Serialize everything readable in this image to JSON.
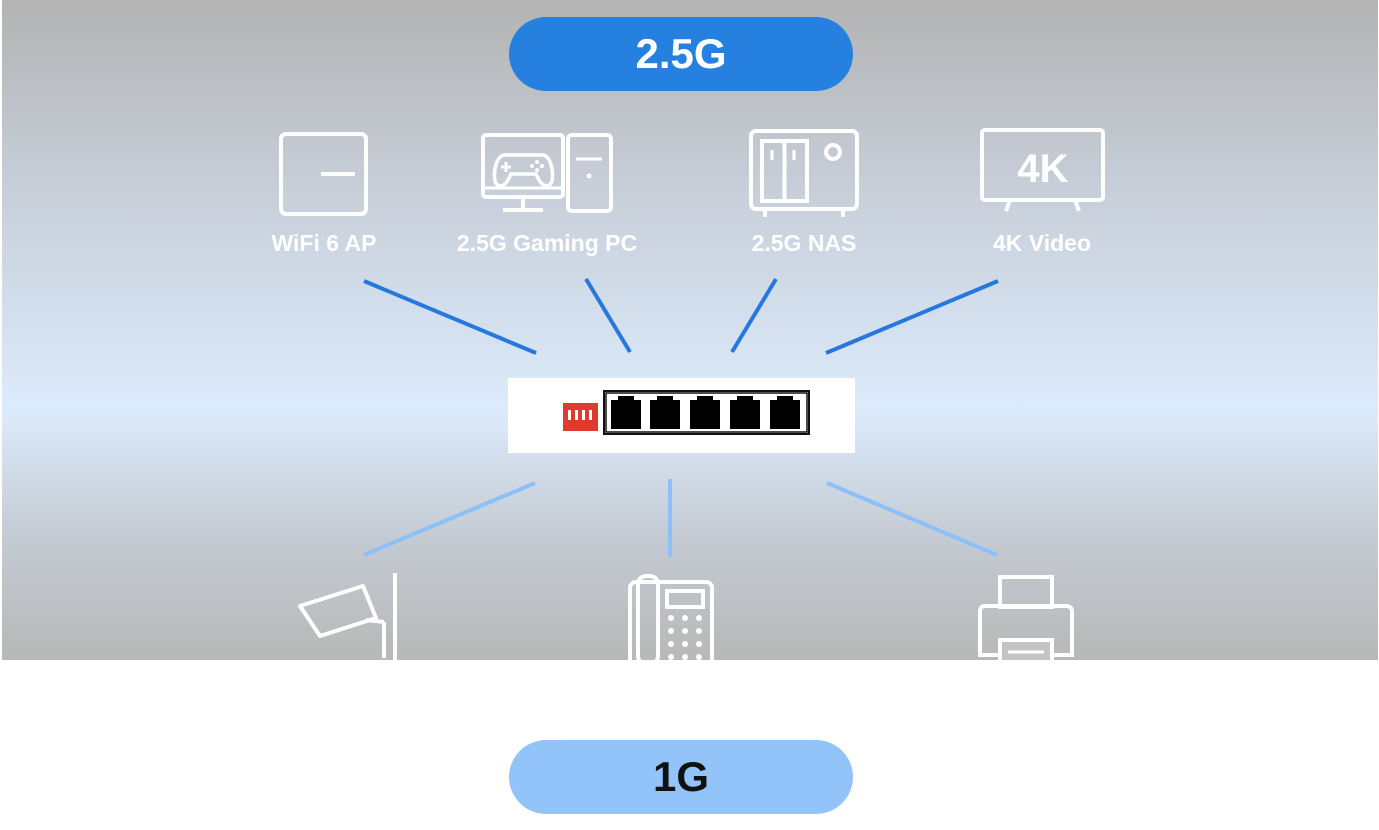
{
  "speeds": {
    "top": "2.5G",
    "bottom": "1G"
  },
  "devices_2_5g": [
    {
      "label": "WiFi 6 AP",
      "icon": "wifi-access-point-icon"
    },
    {
      "label": "2.5G Gaming PC",
      "icon": "gaming-pc-icon"
    },
    {
      "label": "2.5G NAS",
      "icon": "nas-icon"
    },
    {
      "label": "4K Video",
      "icon": "tv-4k-icon",
      "icon_text": "4K"
    }
  ],
  "devices_1g": [
    {
      "icon": "security-camera-icon"
    },
    {
      "icon": "desk-phone-icon"
    },
    {
      "icon": "printer-icon"
    }
  ],
  "switch": {
    "icon": "network-switch-icon",
    "port_count": 5
  },
  "colors": {
    "link_2_5g": "#2678dc",
    "link_1g": "#8cc0f8",
    "pill_2_5g": "#2680e0",
    "pill_1g": "#92c4fa",
    "switch_accent": "#e03a2e"
  }
}
